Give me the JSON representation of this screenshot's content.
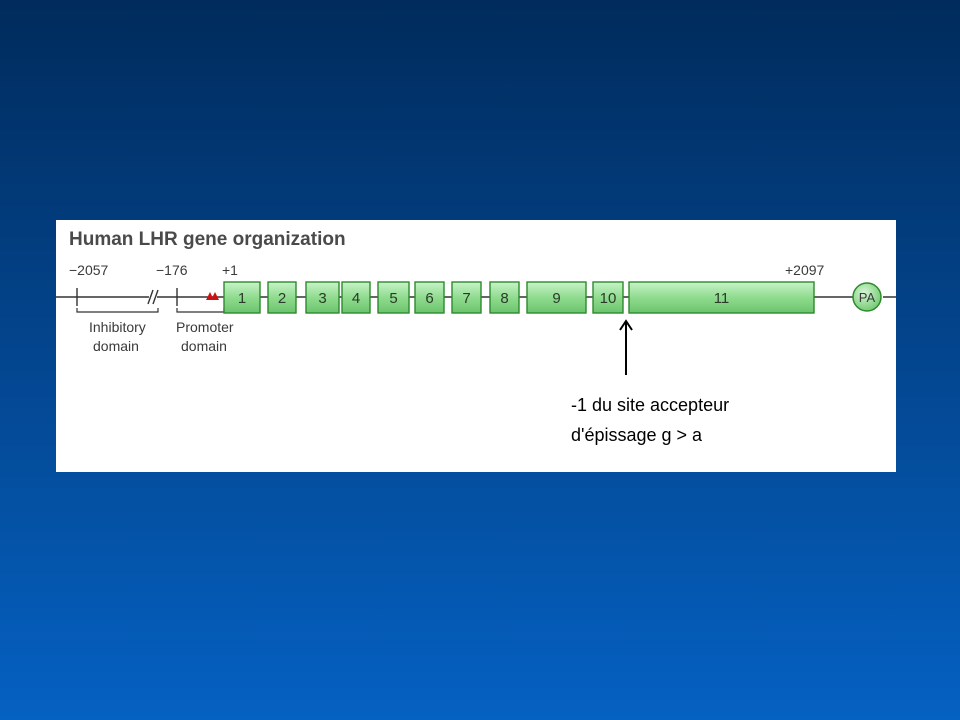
{
  "title": "Human LHR gene organization",
  "positions": {
    "upstream": "−2057",
    "promoter_start": "−176",
    "tss": "+1",
    "end": "+2097"
  },
  "domains": {
    "inhibitory_line1": "Inhibitory",
    "inhibitory_line2": "domain",
    "promoter_line1": "Promoter",
    "promoter_line2": "domain"
  },
  "exons": [
    "1",
    "2",
    "3",
    "4",
    "5",
    "6",
    "7",
    "8",
    "9",
    "10",
    "11"
  ],
  "polya_label": "PA",
  "annotation": {
    "line1": "-1 du site accepteur",
    "line2": "d'épissage g > a"
  },
  "colors": {
    "exon_fill": "#8fdc8f",
    "exon_border": "#2d8a2d",
    "triangle": "#cc1111",
    "background": "#0a4fa6"
  }
}
